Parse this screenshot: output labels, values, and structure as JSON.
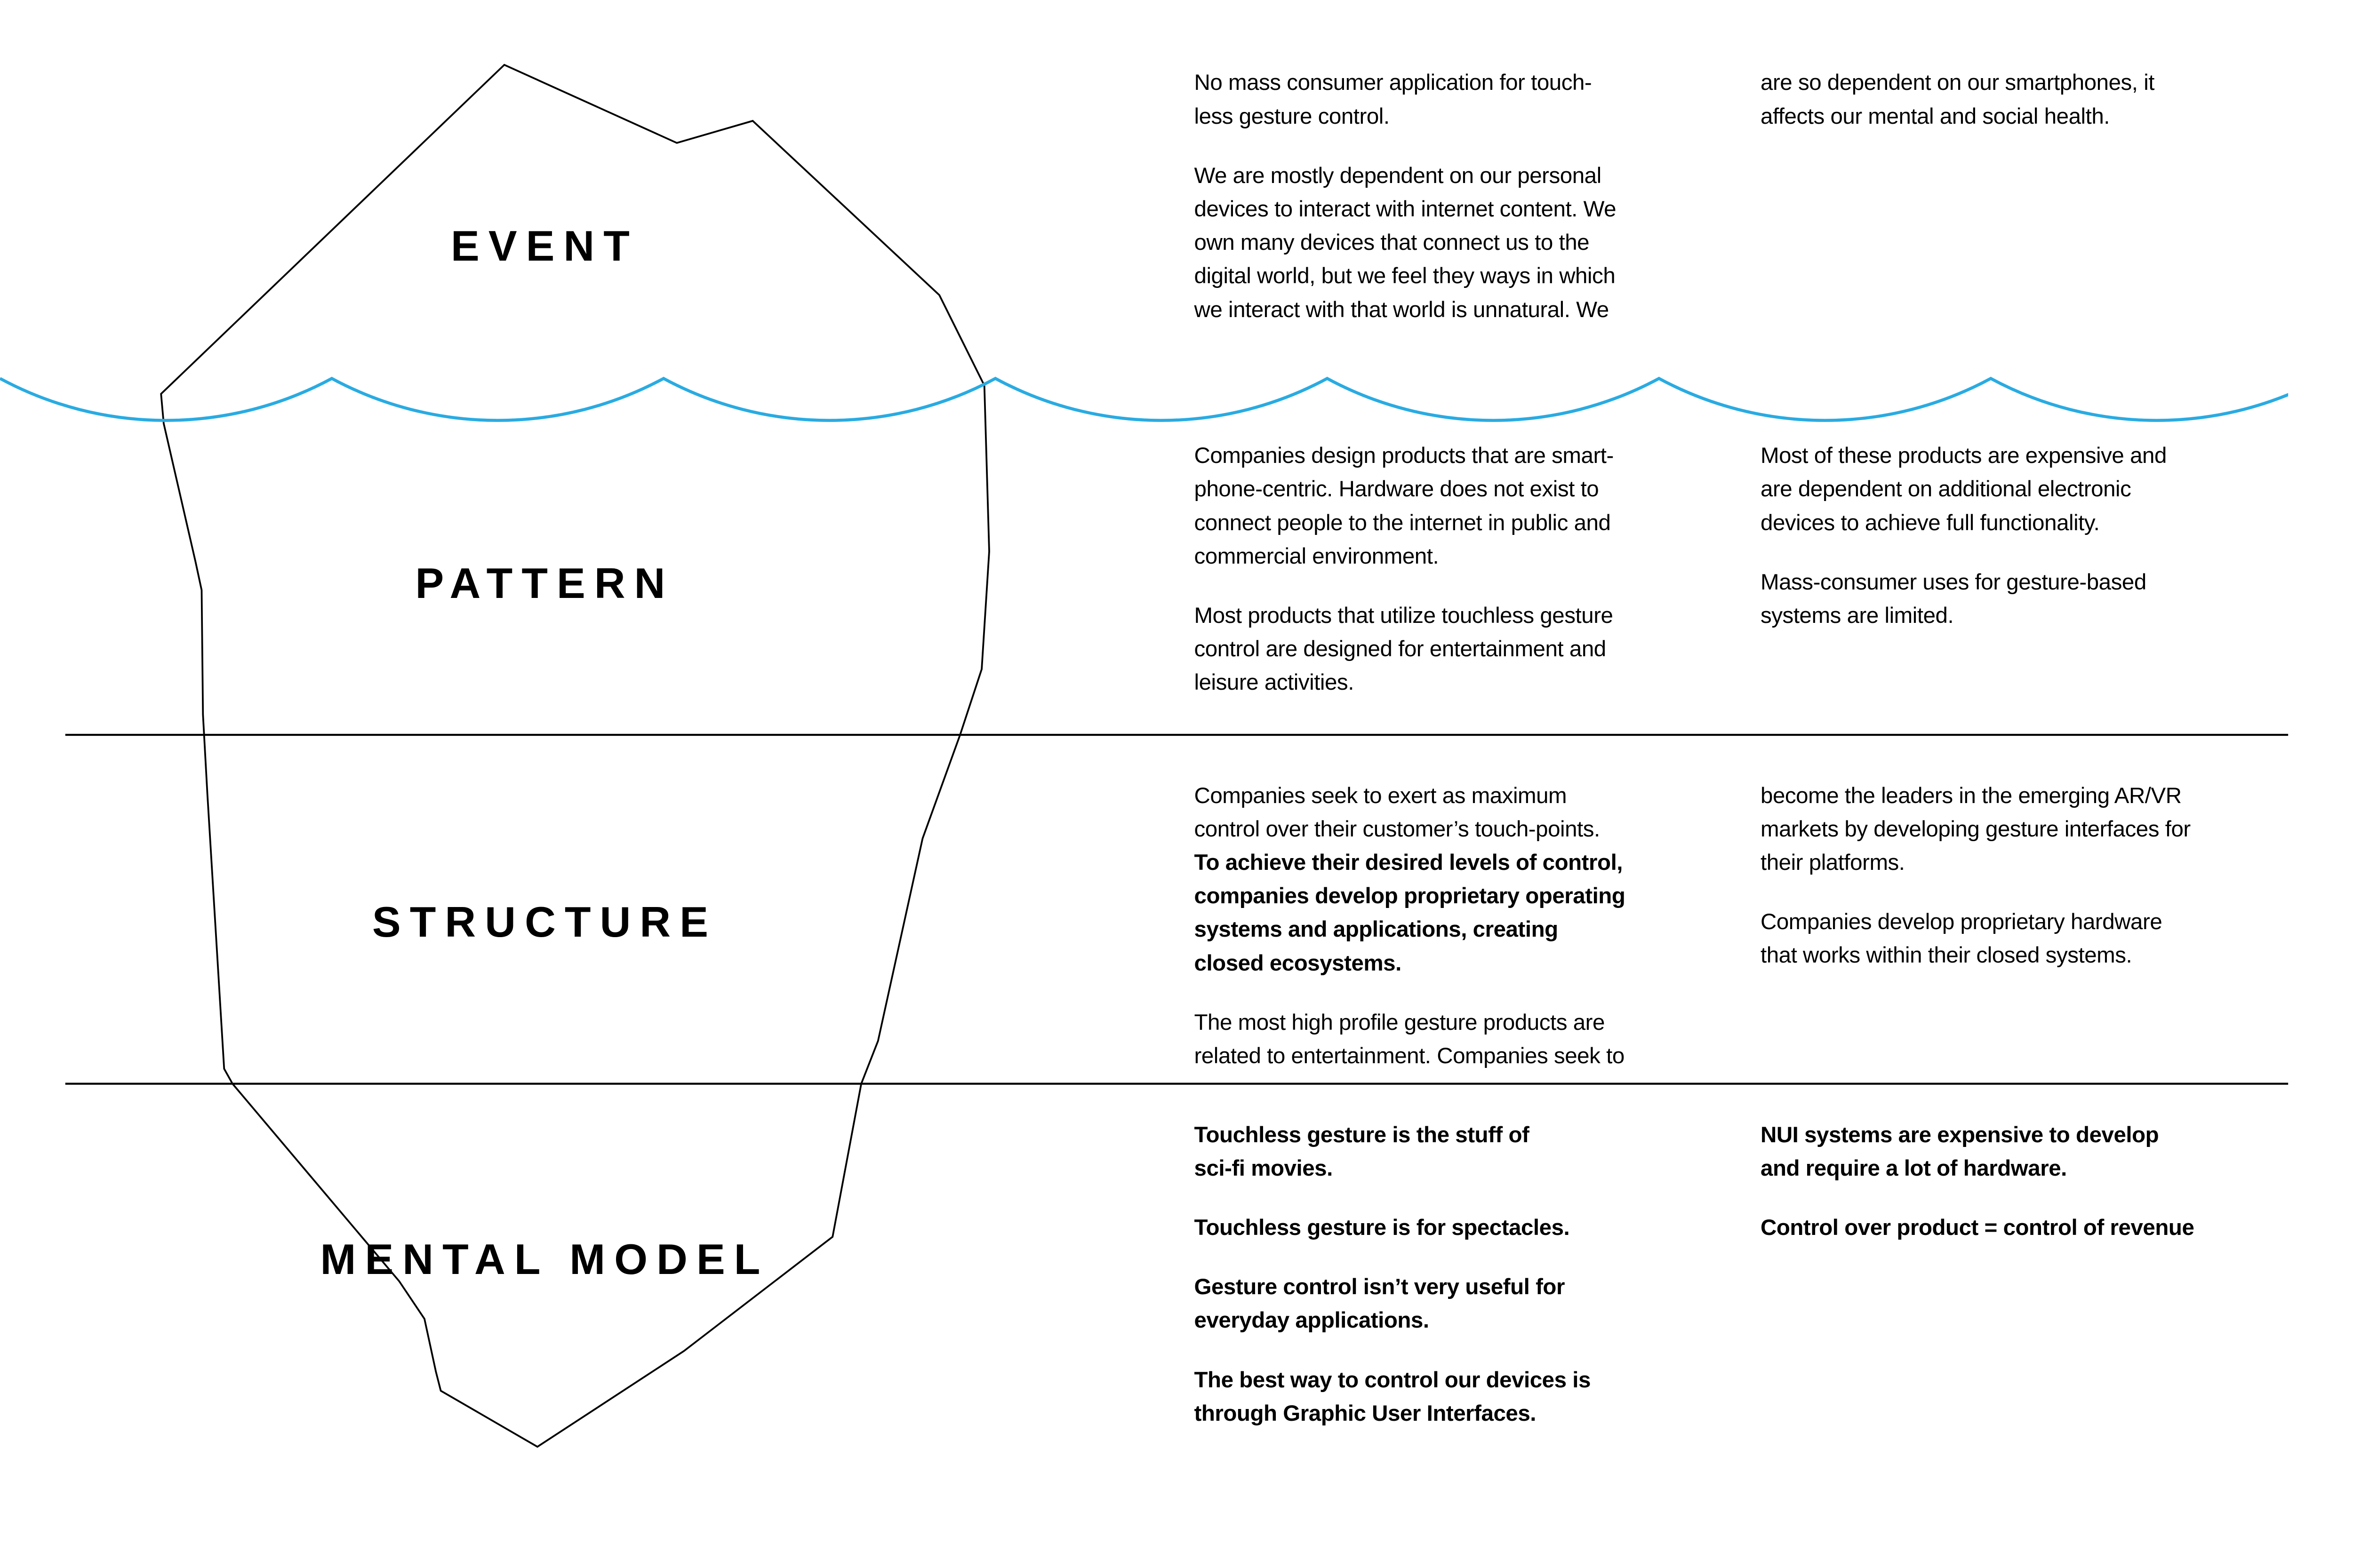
{
  "colors": {
    "water_line": "#29ABE2",
    "ink": "#000000",
    "background": "#FFFFFF"
  },
  "diagram_type": "iceberg-model",
  "levels": [
    {
      "label": "EVENT",
      "col1": {
        "p1": "No mass consumer application for touch-\nless gesture control.",
        "p2": "We are mostly dependent on our personal\ndevices to interact with internet content. We\nown many devices that connect us to the\ndigital world, but we feel they ways in which\nwe interact with that world is unnatural. We"
      },
      "col2": {
        "p1": "are so dependent on our smartphones, it\naffects our mental and social health."
      }
    },
    {
      "label": "PATTERN",
      "col1": {
        "p1": "Companies design products that are smart-\nphone-centric. Hardware does not exist to\nconnect people to the internet in public and\ncommercial environment.",
        "p2": "Most products that utilize touchless gesture\ncontrol are designed for entertainment and\nleisure activities."
      },
      "col2": {
        "p1": "Most of these products are expensive and\nare dependent on additional electronic\ndevices to achieve full functionality.",
        "p2": "Mass-consumer uses for gesture-based\nsystems are limited."
      }
    },
    {
      "label": "STRUCTURE",
      "col1": {
        "p1_regular": "Companies seek to exert as maximum\ncontrol over their customer’s touch-points.",
        "p1_bold": "To achieve their desired levels of control,\ncompanies develop proprietary operating\nsystems and applications, creating\nclosed ecosystems.",
        "p2": "The most high profile gesture products are\nrelated to entertainment. Companies seek to"
      },
      "col2": {
        "p1": "become the leaders in the emerging AR/VR\nmarkets by developing gesture interfaces for\ntheir platforms.",
        "p2": "Companies develop proprietary hardware\nthat works within their closed systems."
      }
    },
    {
      "label": "MENTAL MODEL",
      "col1": {
        "p1": "Touchless gesture is the stuff of\nsci-fi movies.",
        "p2": "Touchless gesture is for spectacles.",
        "p3": "Gesture control isn’t very useful for\neveryday applications.",
        "p4": "The best way to control our devices is\nthrough Graphic User Interfaces."
      },
      "col2": {
        "p1": "NUI systems are expensive to develop\nand require a lot of hardware.",
        "p2": "Control over product = control of revenue"
      }
    }
  ]
}
